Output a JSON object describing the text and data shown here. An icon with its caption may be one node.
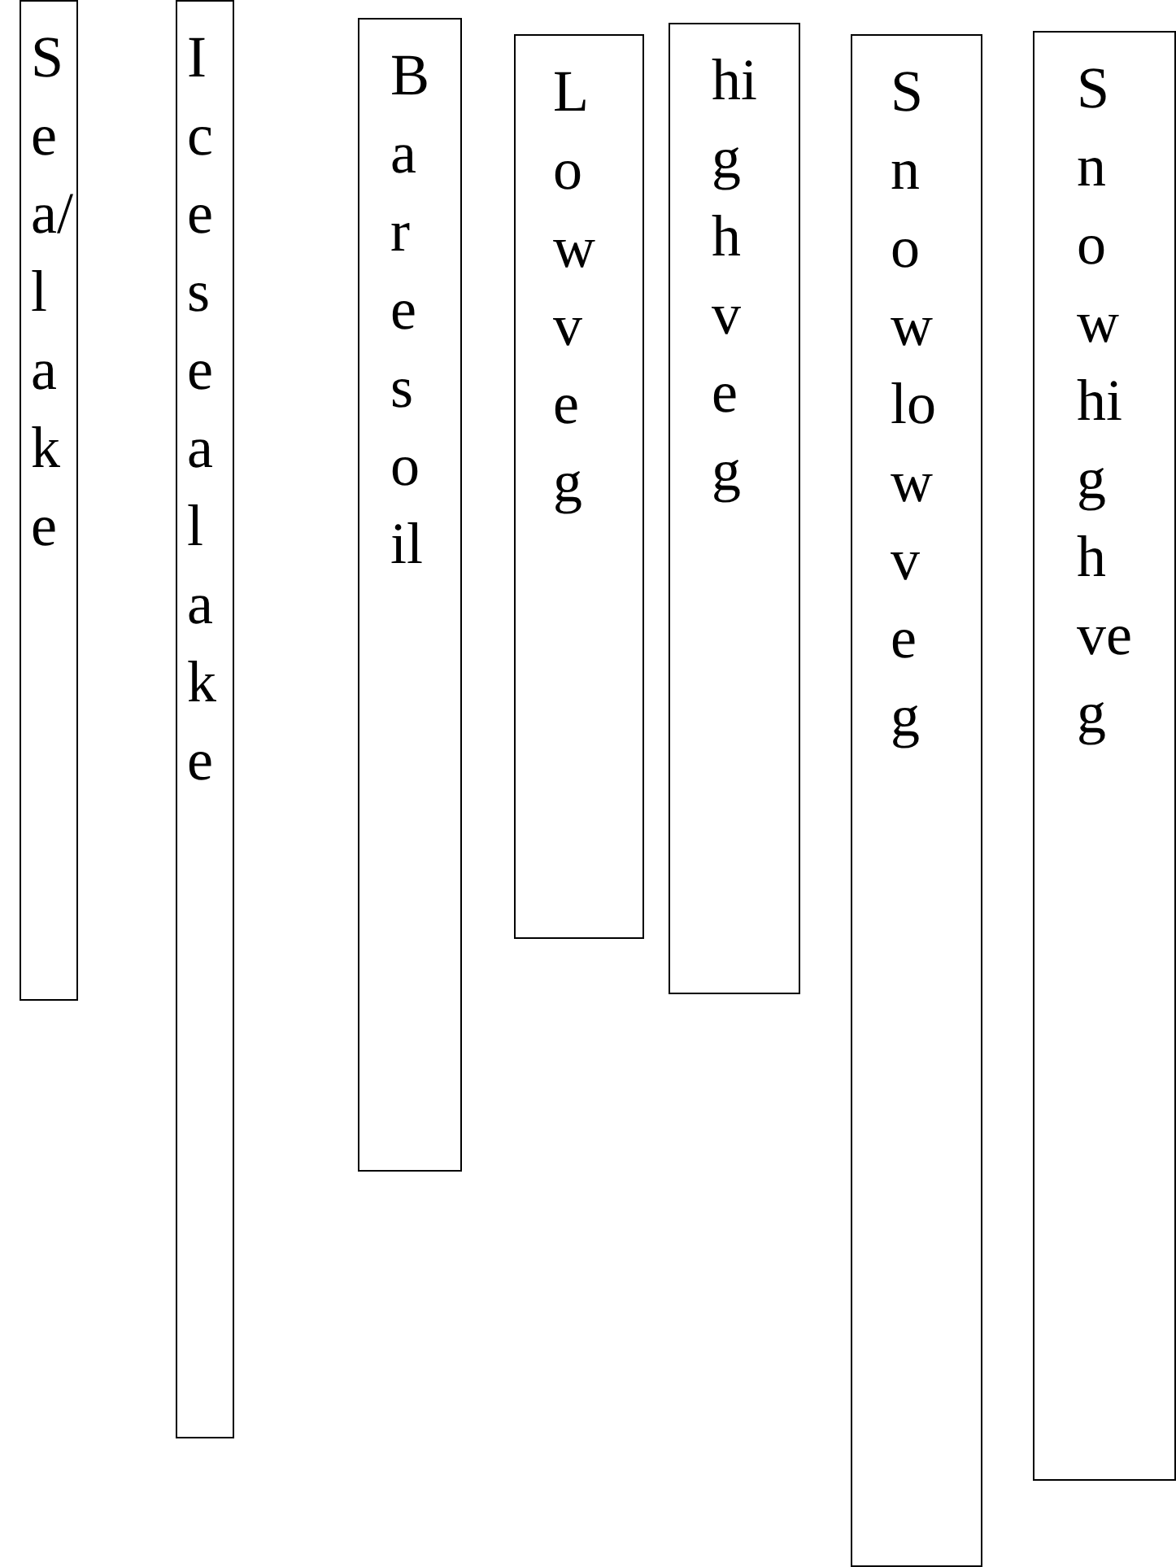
{
  "diagram": {
    "nodes": [
      {
        "text": [
          "Sea/lake"
        ]
      },
      {
        "text": [
          "Ice sealake"
        ]
      },
      {
        "text": [
          "Bare soil"
        ]
      },
      {
        "text": [
          "Low veg"
        ]
      },
      {
        "text": [
          "high veg"
        ]
      },
      {
        "text": [
          "Snow low veg"
        ]
      },
      {
        "text": [
          "Snow high veg"
        ]
      }
    ]
  }
}
